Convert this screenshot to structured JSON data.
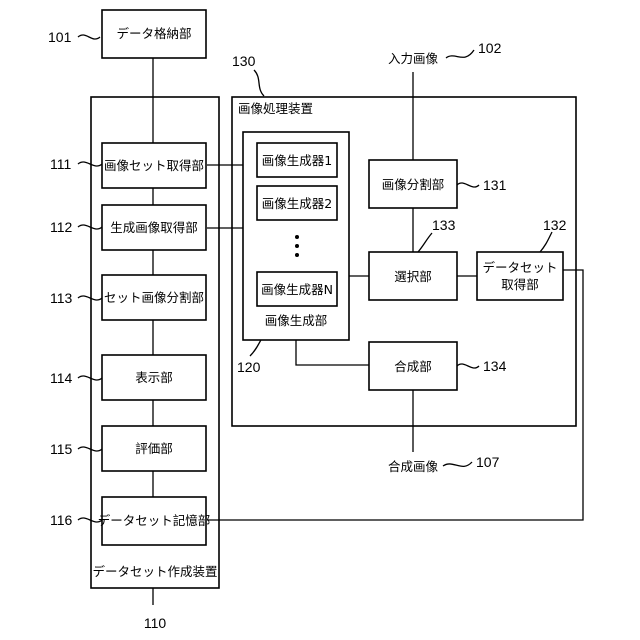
{
  "refs": {
    "r101": "101",
    "r102": "102",
    "r107": "107",
    "r110": "110",
    "r111": "111",
    "r112": "112",
    "r113": "113",
    "r114": "114",
    "r115": "115",
    "r116": "116",
    "r120": "120",
    "r130": "130",
    "r131": "131",
    "r132": "132",
    "r133": "133",
    "r134": "134"
  },
  "storage": {
    "label": "データ格納部"
  },
  "creation_device": {
    "label": "データセット作成装置",
    "units": {
      "set_acquire": "画像セット取得部",
      "gen_acquire": "生成画像取得部",
      "set_split": "セット画像分割部",
      "display": "表示部",
      "evaluate": "評価部",
      "dataset_store": "データセット記憶部"
    }
  },
  "processing_device": {
    "label": "画像処理装置",
    "split": "画像分割部",
    "select": "選択部",
    "dataset_acquire_line1": "データセット",
    "dataset_acquire_line2": "取得部",
    "combine": "合成部",
    "generator_unit": {
      "label": "画像生成部",
      "gen1": "画像生成器1",
      "gen2": "画像生成器2",
      "genN": "画像生成器N"
    }
  },
  "io": {
    "input_image": "入力画像",
    "output_image": "合成画像"
  }
}
